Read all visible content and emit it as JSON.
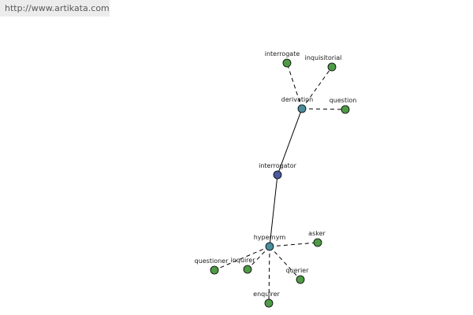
{
  "header": {
    "url": "http://www.artikata.com"
  },
  "colors": {
    "root_node": "#4a5a9e",
    "relation_node": "#4b8c9c",
    "leaf_node": "#4f9a46"
  },
  "graph": {
    "nodes": [
      {
        "id": "interrogator",
        "label": "interrogator",
        "kind": "root"
      },
      {
        "id": "derivation",
        "label": "derivation",
        "kind": "relation"
      },
      {
        "id": "hypernym",
        "label": "hypernym",
        "kind": "relation"
      },
      {
        "id": "interrogate",
        "label": "interrogate",
        "kind": "leaf"
      },
      {
        "id": "inquisitorial",
        "label": "inquisitorial",
        "kind": "leaf"
      },
      {
        "id": "question",
        "label": "question",
        "kind": "leaf"
      },
      {
        "id": "asker",
        "label": "asker",
        "kind": "leaf"
      },
      {
        "id": "questioner",
        "label": "questioner",
        "kind": "leaf"
      },
      {
        "id": "inquirer",
        "label": "inquirer",
        "kind": "leaf"
      },
      {
        "id": "querier",
        "label": "querier",
        "kind": "leaf"
      },
      {
        "id": "enquirer",
        "label": "enquirer",
        "kind": "leaf"
      }
    ],
    "edges": [
      {
        "from": "interrogator",
        "to": "derivation",
        "style": "solid"
      },
      {
        "from": "interrogator",
        "to": "hypernym",
        "style": "solid"
      },
      {
        "from": "derivation",
        "to": "interrogate",
        "style": "dashed"
      },
      {
        "from": "derivation",
        "to": "inquisitorial",
        "style": "dashed"
      },
      {
        "from": "derivation",
        "to": "question",
        "style": "dashed"
      },
      {
        "from": "hypernym",
        "to": "asker",
        "style": "dashed"
      },
      {
        "from": "hypernym",
        "to": "questioner",
        "style": "dashed"
      },
      {
        "from": "hypernym",
        "to": "inquirer",
        "style": "dashed"
      },
      {
        "from": "hypernym",
        "to": "querier",
        "style": "dashed"
      },
      {
        "from": "hypernym",
        "to": "enquirer",
        "style": "dashed"
      }
    ]
  }
}
